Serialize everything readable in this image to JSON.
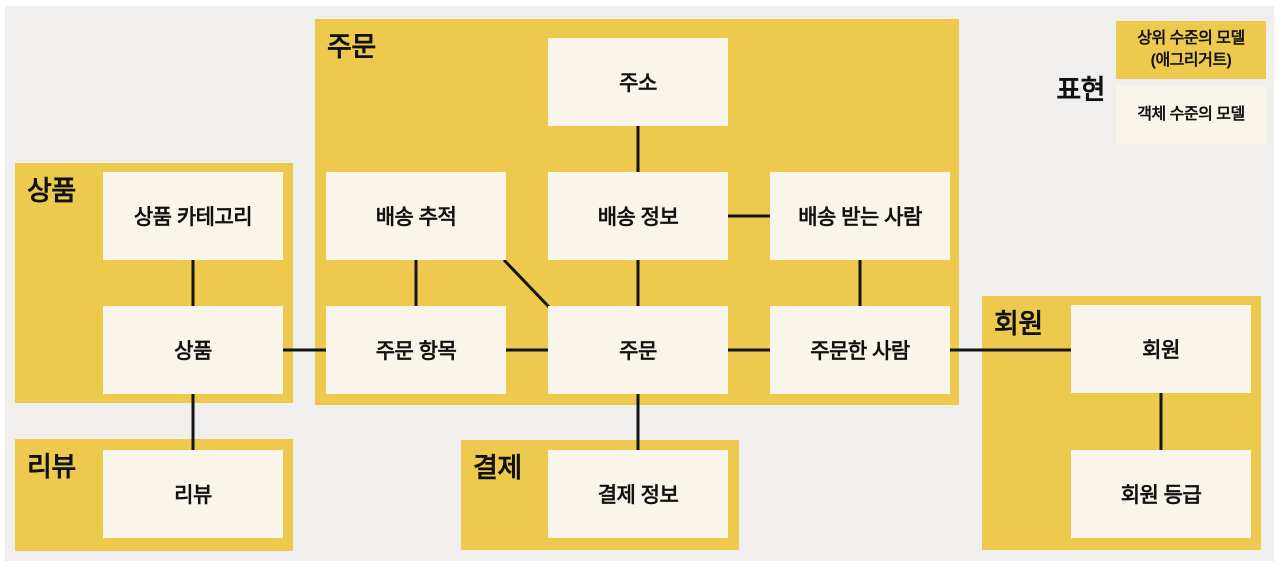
{
  "colors": {
    "canvas": "#f0efed",
    "aggregate": "#edc94e",
    "entity": "#f9f5ea",
    "line": "#141414",
    "text": "#111111"
  },
  "legend": {
    "title": "표현",
    "items": [
      {
        "type": "aggregate",
        "label_line1": "상위 수준의 모델",
        "label_line2": "(애그리거트)"
      },
      {
        "type": "object",
        "label_line1": "객체 수준의 모델",
        "label_line2": ""
      }
    ]
  },
  "aggregates": {
    "product": "상품",
    "order": "주문",
    "review": "리뷰",
    "payment": "결제",
    "member": "회원"
  },
  "entities": {
    "product_category": "상품 카테고리",
    "product": "상품",
    "review": "리뷰",
    "address": "주소",
    "shipping_tracking": "배송 추적",
    "shipping_info": "배송 정보",
    "shipping_recipient": "배송 받는 사람",
    "order_item": "주문 항목",
    "order": "주문",
    "orderer": "주문한 사람",
    "payment_info": "결제 정보",
    "member": "회원",
    "member_grade": "회원 등급"
  },
  "edges": [
    {
      "from": "product_category",
      "to": "product"
    },
    {
      "from": "product",
      "to": "review"
    },
    {
      "from": "product",
      "to": "order_item"
    },
    {
      "from": "shipping_tracking",
      "to": "order_item"
    },
    {
      "from": "shipping_tracking",
      "to": "order"
    },
    {
      "from": "address",
      "to": "shipping_info"
    },
    {
      "from": "shipping_info",
      "to": "shipping_recipient"
    },
    {
      "from": "shipping_info",
      "to": "order"
    },
    {
      "from": "shipping_recipient",
      "to": "orderer"
    },
    {
      "from": "order_item",
      "to": "order"
    },
    {
      "from": "order",
      "to": "orderer"
    },
    {
      "from": "order",
      "to": "payment_info"
    },
    {
      "from": "orderer",
      "to": "member"
    },
    {
      "from": "member",
      "to": "member_grade"
    }
  ]
}
